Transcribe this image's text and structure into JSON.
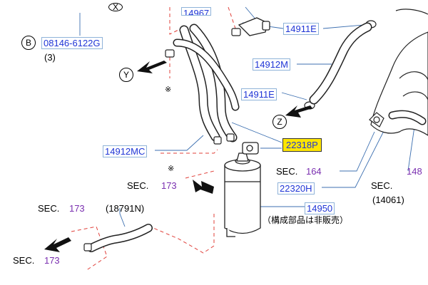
{
  "parts": {
    "p08146": "08146-6122G",
    "p08146_qty": "(3)",
    "p14911e_top": "14911E",
    "p14912m": "14912M",
    "p14911e_mid": "14911E",
    "p22318p": "22318P",
    "p14912mc": "14912MC",
    "p22320h": "22320H",
    "p14950": "14950",
    "p14950_note": "（構成部品は非販売）",
    "p18791n": "(18791N)",
    "p14061": "(14061)",
    "p14967_partial": "14967",
    "p148_partial": "148"
  },
  "sections": [
    {
      "prefix": "SEC.",
      "number": "164"
    },
    {
      "prefix": "SEC.",
      "number": "173"
    },
    {
      "prefix": "SEC.",
      "number": "173"
    },
    {
      "prefix": "SEC.",
      "number": "173"
    },
    {
      "prefix": "SEC.",
      "number": ""
    }
  ],
  "callouts": {
    "b": "B",
    "y": "Y",
    "z": "Z",
    "x_partial": "X"
  },
  "marks": {
    "m1": "※",
    "m2": "※"
  },
  "colors": {
    "part_text": "#1f35d6",
    "section_number": "#7a2fb0",
    "highlight": "#ffe600",
    "leader_dash": "#e0403a"
  }
}
